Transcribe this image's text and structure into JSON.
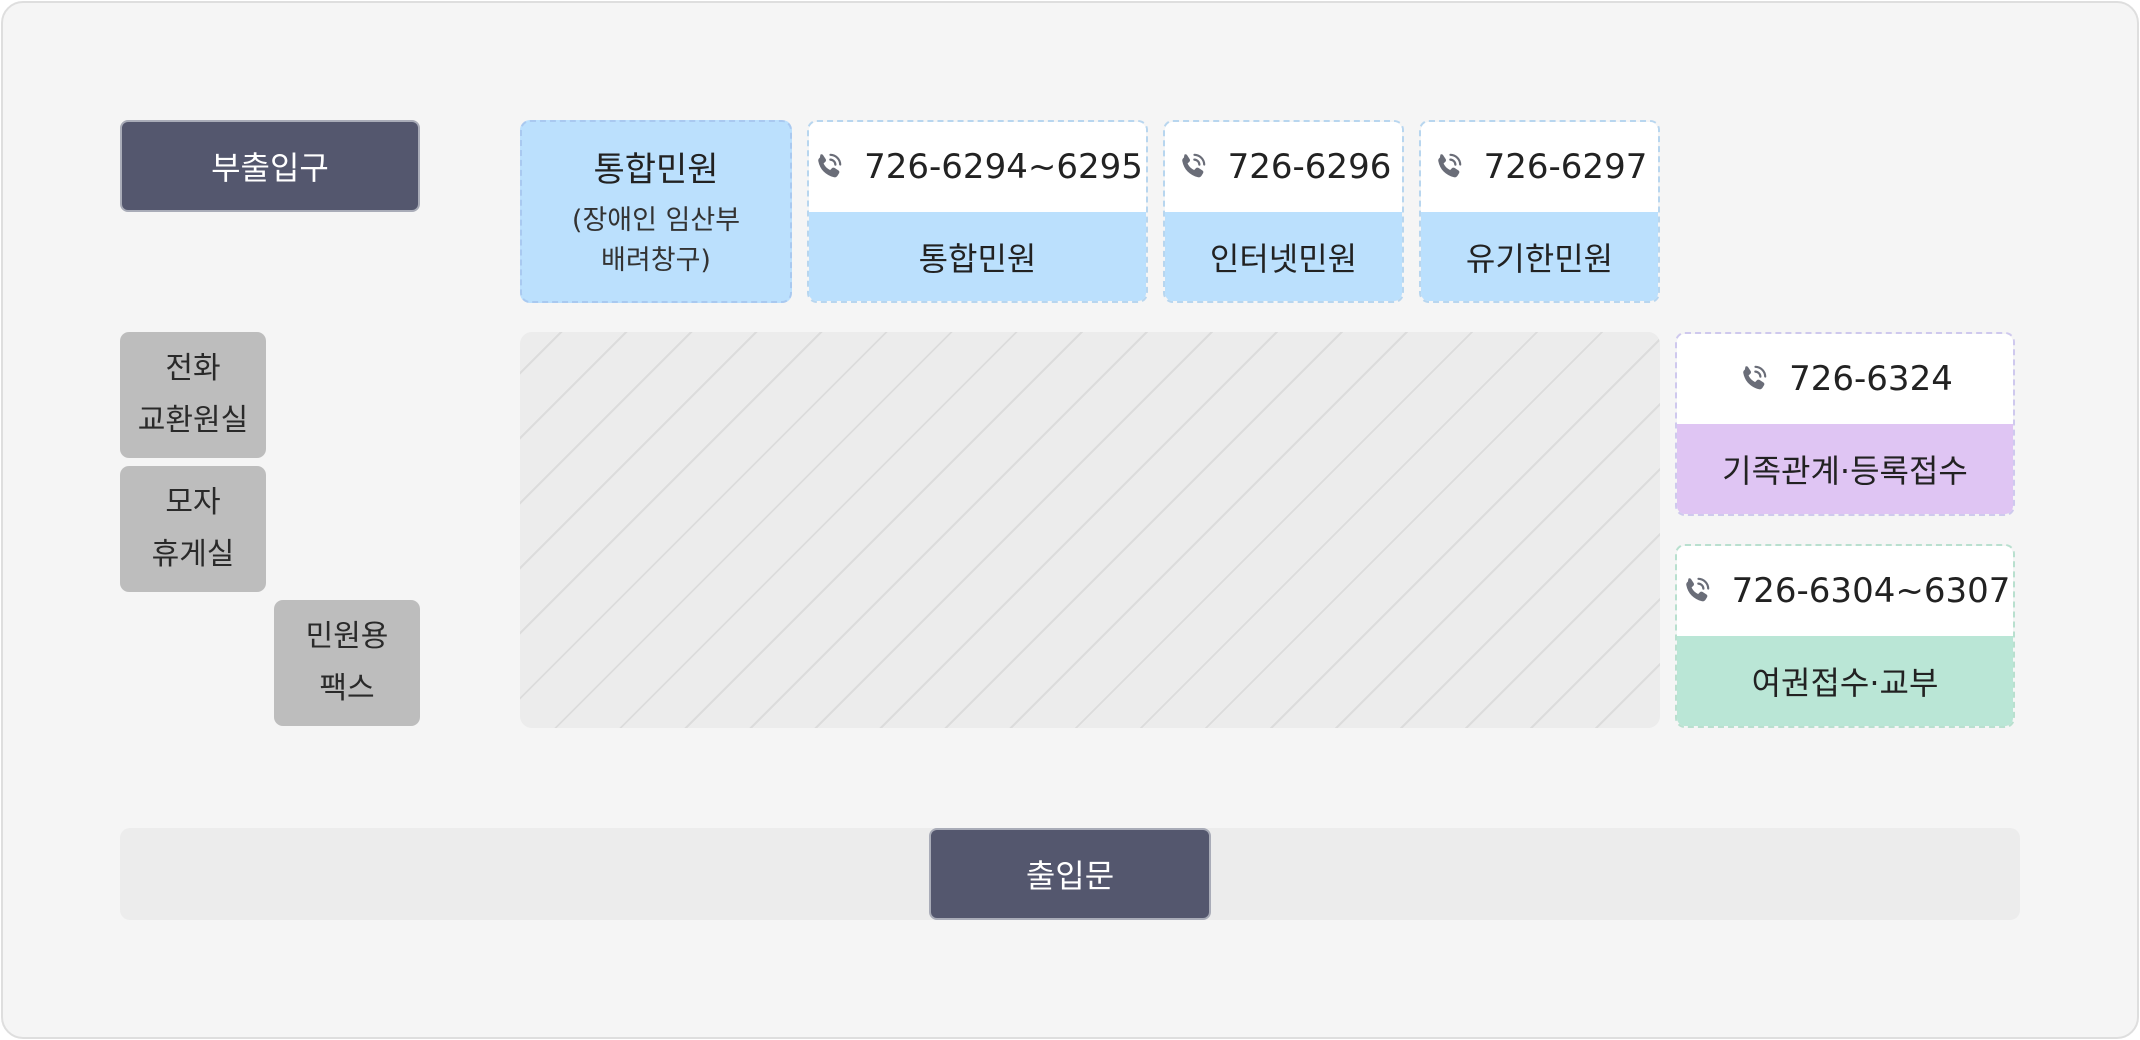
{
  "side_entrance": {
    "label": "부출입구"
  },
  "integrated_window": {
    "title": "통합민원",
    "subtitle_line1": "(장애인 임산부",
    "subtitle_line2": "배려창구)"
  },
  "service_desks": [
    {
      "phone": "726-6294~6295",
      "label": "통합민원",
      "color": "#bbe0fd"
    },
    {
      "phone": "726-6296",
      "label": "인터넷민원",
      "color": "#bbe0fd"
    },
    {
      "phone": "726-6297",
      "label": "유기한민원",
      "color": "#bbe0fd"
    }
  ],
  "family_registry": {
    "phone": "726-6324",
    "label": "기족관계·등록접수",
    "color": "#dfc5f3"
  },
  "passport": {
    "phone": "726-6304~6307",
    "label": "여권접수·교부",
    "color": "#bae6d6"
  },
  "rooms": {
    "phone_exchange": {
      "line1": "전화",
      "line2": "교환원실"
    },
    "nursing_lounge": {
      "line1": "모자",
      "line2": "휴게실"
    },
    "civil_fax": {
      "line1": "민원용",
      "line2": "팩스"
    }
  },
  "main_entrance": {
    "label": "출입문"
  },
  "icons": {
    "phone": "phone-call-icon"
  },
  "colors": {
    "dark_button": "#54576e",
    "room_gray": "#bdbdbd",
    "icon_gray": "#6a6d78"
  }
}
